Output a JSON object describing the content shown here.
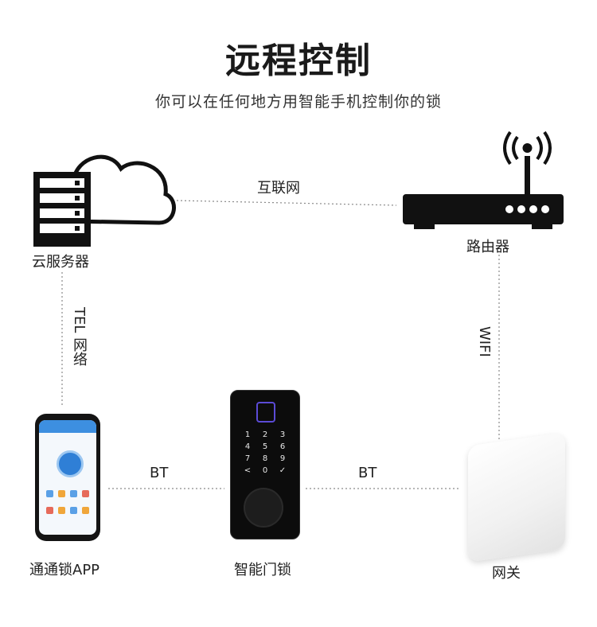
{
  "header": {
    "title": "远程控制",
    "subtitle": "你可以在任何地方用智能手机控制你的锁"
  },
  "nodes": {
    "cloud_server": "云服务器",
    "router": "路由器",
    "app": "通通锁APP",
    "smart_lock": "智能门锁",
    "gateway": "网关"
  },
  "links": {
    "internet": "互联网",
    "tel_network": "TEL 网络",
    "wifi": "WIFI",
    "bt_left": "BT",
    "bt_right": "BT"
  },
  "keypad": [
    "1",
    "2",
    "3",
    "4",
    "5",
    "6",
    "7",
    "8",
    "9",
    "<",
    "0",
    "✓"
  ],
  "colors": {
    "icon_dark": "#111111",
    "line": "#888888",
    "app_accent": "#3d8fe0"
  }
}
